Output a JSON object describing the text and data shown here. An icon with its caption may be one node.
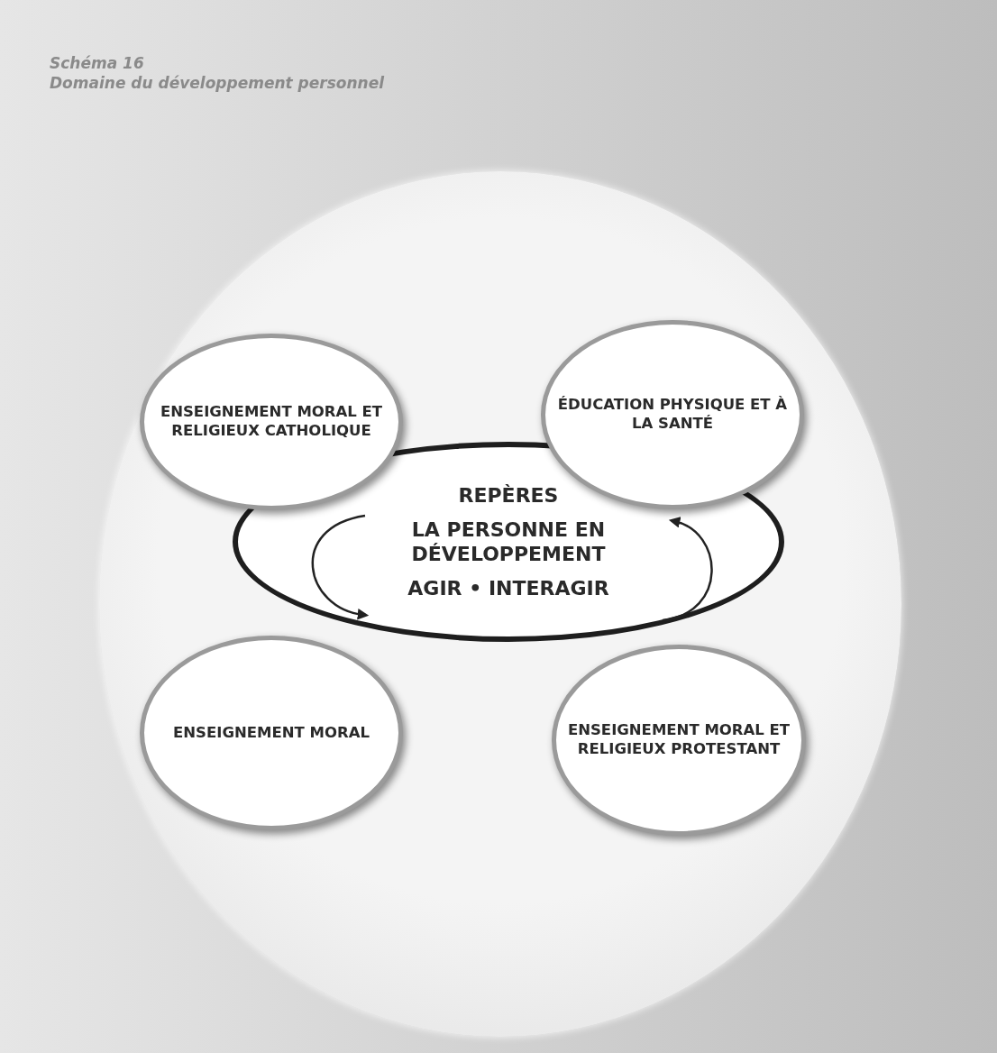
{
  "diagram": {
    "title": "Schéma 16",
    "nodes": [
      {
        "text": [],
        "shape": "circle"
      },
      {
        "text": [
          "ENSEIGNEMENT MORAL ET RELIGIEUX CATHOLIQUE"
        ],
        "in": 0
      },
      {
        "text": [
          "ÉDUCATION PHYSIQUE ET À LA SANTÉ"
        ],
        "in": 0
      },
      {
        "text": [
          "REPÈRES",
          "LA PERSONNE EN DÉVELOPPEMENT",
          "AGIR • INTERAGIR"
        ],
        "in": 0
      },
      {
        "text": [
          "ENSEIGNEMENT MORAL"
        ],
        "in": 0
      },
      {
        "text": [
          "ENSEIGNEMENT MORAL ET RELIGIEUX PROTESTANT"
        ],
        "in": 0
      }
    ],
    "labels": [
      "Domaine du développement personnel"
    ]
  }
}
